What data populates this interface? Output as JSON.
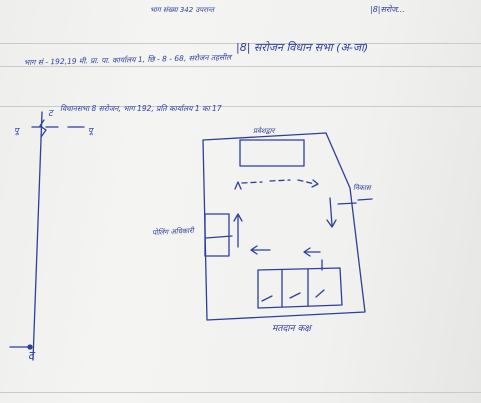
{
  "header": {
    "top_note": "भाग संख्या 342 उपरान्त",
    "top_right_code": "|8|सरोज...",
    "title": "|8| सरोजन विधान सभा (अ-जा)",
    "sub_line": "भाग सं - 192,19 मी. प्रा. पा. कार्यालय 1, छि - 8 - 68, सरोजन तहसील"
  },
  "line_note": "विधानसभा 8 सरोजन, भाग 192, प्रति कार्यालय 1 का 17",
  "map_labels": {
    "top_room": "प्रवेशद्वार",
    "right_label": "निकास",
    "left_label": "पोलिंग अधिकारी",
    "bottom_label": "मतदान कक्ष",
    "vertical_top": "ट",
    "vertical_bottom": "ट",
    "tick_left": "पू",
    "tick_right": "पू"
  },
  "colors": {
    "ink": "#2e3f9e",
    "paper": "#f1f1ef",
    "rule": "#c7cbd0"
  }
}
